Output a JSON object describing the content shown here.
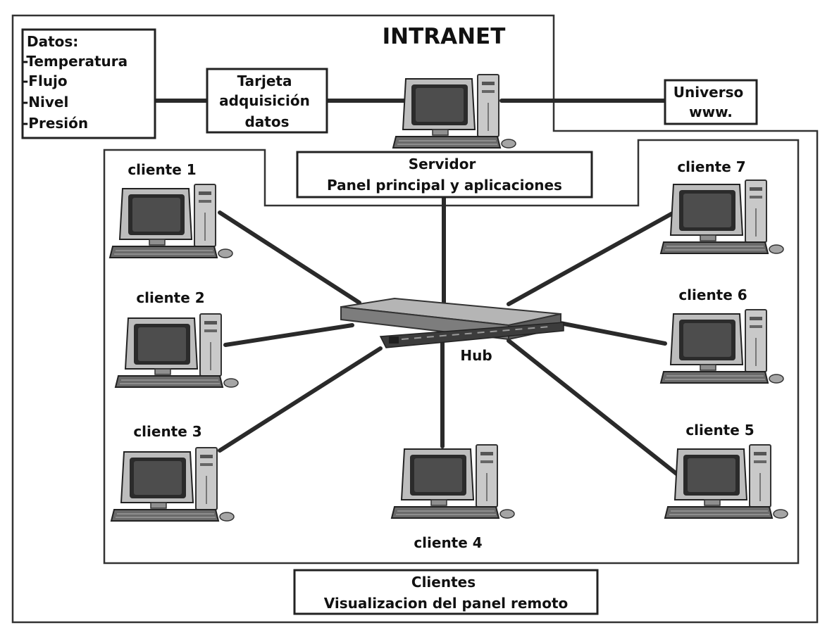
{
  "title": "INTRANET",
  "data_box": {
    "heading": "Datos:",
    "items": [
      "-Temperatura",
      "-Flujo",
      "-Nivel",
      "-Presión"
    ]
  },
  "card_box": {
    "lines": [
      "Tarjeta",
      "adquisición",
      "datos"
    ]
  },
  "universe_box": {
    "lines": [
      "Universo",
      "www."
    ]
  },
  "server_box": {
    "lines": [
      "Servidor",
      "Panel principal y aplicaciones"
    ]
  },
  "hub_label": "Hub",
  "clients": [
    "cliente 1",
    "cliente 2",
    "cliente 3",
    "cliente 4",
    "cliente 5",
    "cliente 6",
    "cliente 7"
  ],
  "clients_box": {
    "lines": [
      "Clientes",
      "Visualizacion del panel remoto"
    ]
  },
  "icons": [
    "desktop-computer-icon",
    "network-hub-icon"
  ]
}
